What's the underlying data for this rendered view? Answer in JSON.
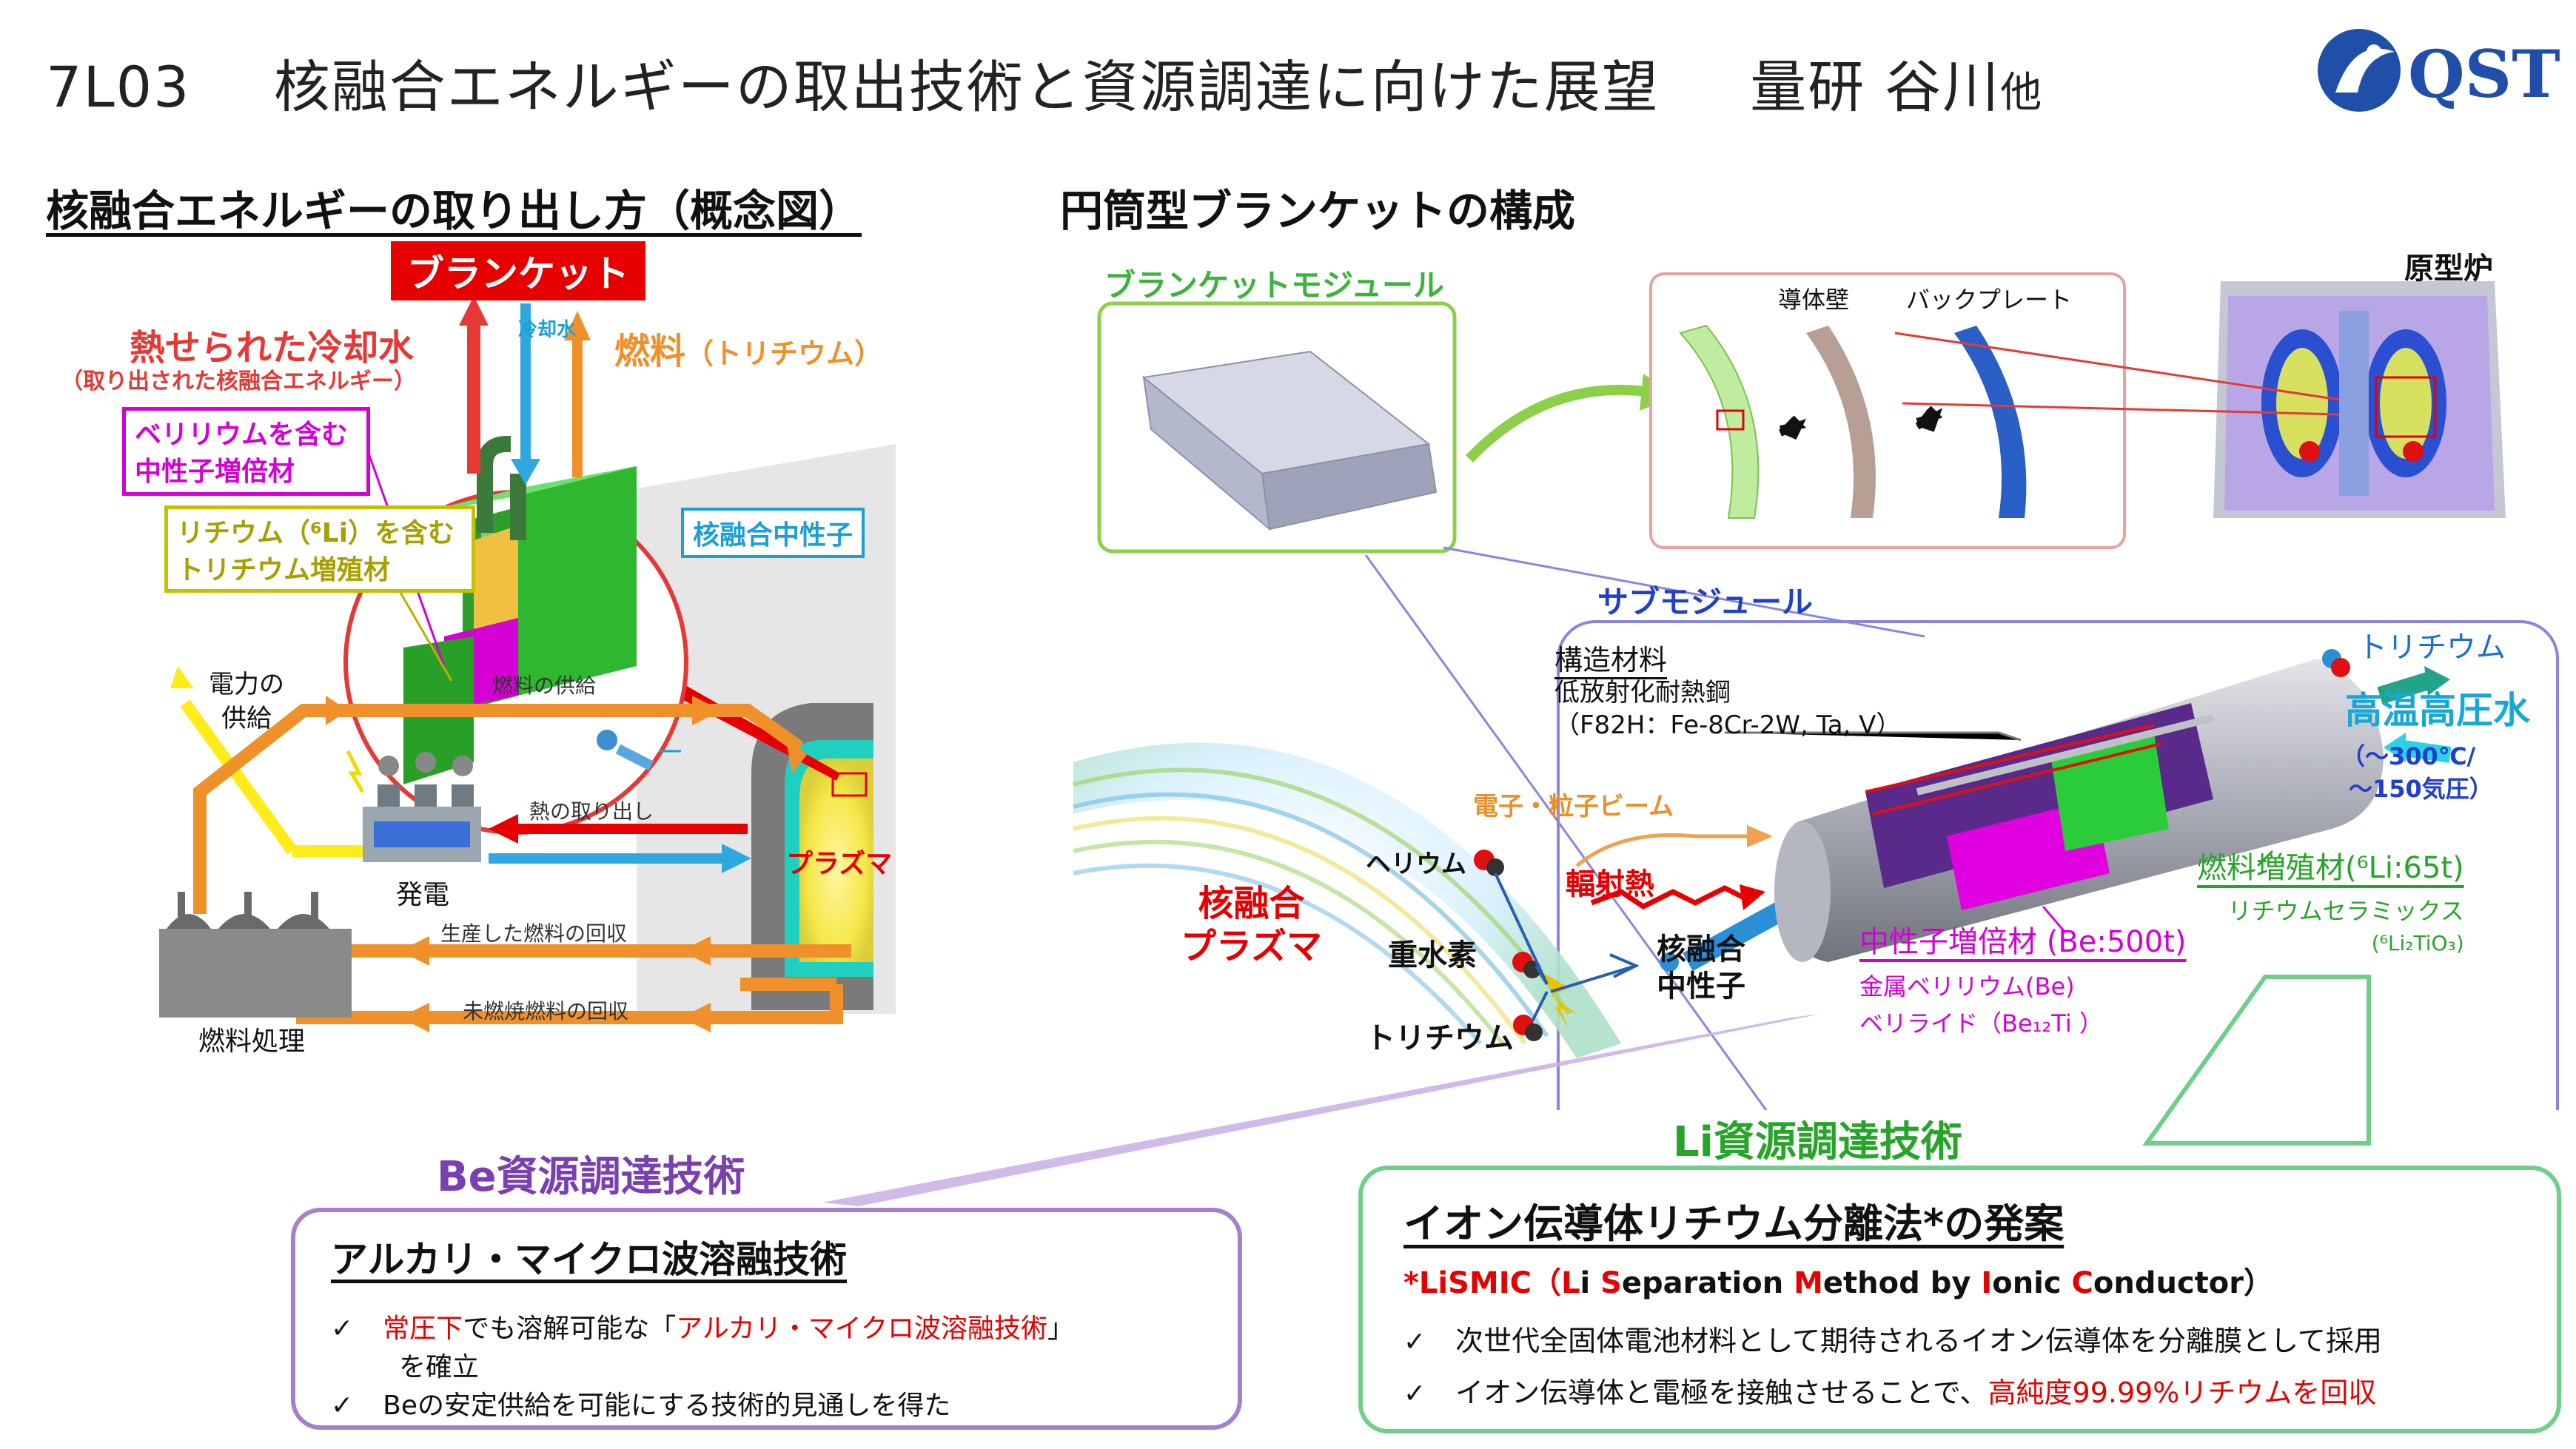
{
  "header": {
    "code": "7L03",
    "title": "核融合エネルギーの取出技術と資源調達に向けた展望",
    "author": "量研 谷川",
    "author_suffix": "他",
    "logo_text": "QST"
  },
  "left": {
    "heading": "核融合エネルギーの取り出し方（概念図）",
    "blanket_tag": "ブランケット",
    "hot_water": "熱せられた冷却水",
    "hot_water_sub": "（取り出された核融合エネルギー）",
    "coolant": "冷却水",
    "fuel": "燃料",
    "fuel_sub": "（トリチウム）",
    "beryllium_box_1": "ベリリウムを含む",
    "beryllium_box_2": "中性子増倍材",
    "lithium_box_1": "リチウム（⁶Li）を含む",
    "lithium_box_2": "トリチウム増殖材",
    "neutron": "核融合中性子",
    "power_1": "電力の",
    "power_2": "供給",
    "fuel_supply": "燃料の供給",
    "heat_extract": "熱の取り出し",
    "power_gen": "発電",
    "plasma": "プラズマ",
    "recover_produced": "生産した燃料の回収",
    "recover_unburned": "未燃焼燃料の回収",
    "fuel_processing": "燃料処理"
  },
  "right": {
    "heading": "円筒型ブランケットの構成",
    "module": "ブランケットモジュール",
    "first_wall": "導体壁",
    "back_plate": "バックプレート",
    "prototype": "原型炉",
    "submodule": "サブモジュール",
    "structural": "構造材料",
    "structural_1": "低放射化耐熱鋼",
    "structural_2": "（F82H：Fe-8Cr-2W, Ta, V）",
    "tritium_out": "トリチウム",
    "hot_pressure_water": "高温高圧水",
    "water_cond_1": "（～300℃/",
    "water_cond_2": "～150気圧）",
    "beam": "電子・粒子ビーム",
    "helium": "ヘリウム",
    "radiant_heat": "輻射熱",
    "fusion_plasma_1": "核融合",
    "fusion_plasma_2": "プラズマ",
    "deuterium": "重水素",
    "fusion_neutron_1": "核融合",
    "fusion_neutron_2": "中性子",
    "tritium": "トリチウム",
    "breeder": "燃料増殖材(⁶Li:65t)",
    "breeder_1": "リチウムセラミックス",
    "breeder_2": "(⁶Li₂TiO₃)",
    "multiplier": "中性子増倍材 (Be:500t)",
    "multiplier_1": "金属ベリリウム(Be)",
    "multiplier_2": "ベリライド（Be₁₂Ti ）"
  },
  "be_panel": {
    "heading": "Be資源調達技術",
    "subheading": "アルカリ・マイクロ波溶融技術",
    "check": "✓",
    "b1_red1": "常圧下",
    "b1_mid": "でも溶解可能な「",
    "b1_red2": "アルカリ・マイクロ波溶融技術",
    "b1_end": "」",
    "b1_line2": "を確立",
    "b2": "Beの安定供給を可能にする技術的見通しを得た"
  },
  "li_panel": {
    "heading": "Li資源調達技術",
    "subheading": "イオン伝導体リチウム分離法*の発案",
    "acr_star": "*LiSMIC（",
    "acr_L": "L",
    "acr_i": "i ",
    "acr_S": "S",
    "acr_eparation": "eparation ",
    "acr_M": "M",
    "acr_ethod": "ethod by ",
    "acr_I": "I",
    "acr_onic": "onic ",
    "acr_C": "C",
    "acr_onductor": "onductor）",
    "check": "✓",
    "b1": "次世代全固体電池材料として期待されるイオン伝導体を分離膜として採用",
    "b2_black": "イオン伝導体と電極を接触させることで、",
    "b2_red": "高純度99.99%リチウムを回収"
  },
  "colors": {
    "red": "#e60000",
    "orange": "#f0902a",
    "magenta": "#d400d4",
    "olive": "#b8b000",
    "cyan": "#1a9fd6",
    "green": "#27a52a",
    "purple": "#7a3fb0",
    "blue": "#1f3fcc",
    "be_border": "#a77fcf",
    "li_border": "#6fcf8a"
  }
}
